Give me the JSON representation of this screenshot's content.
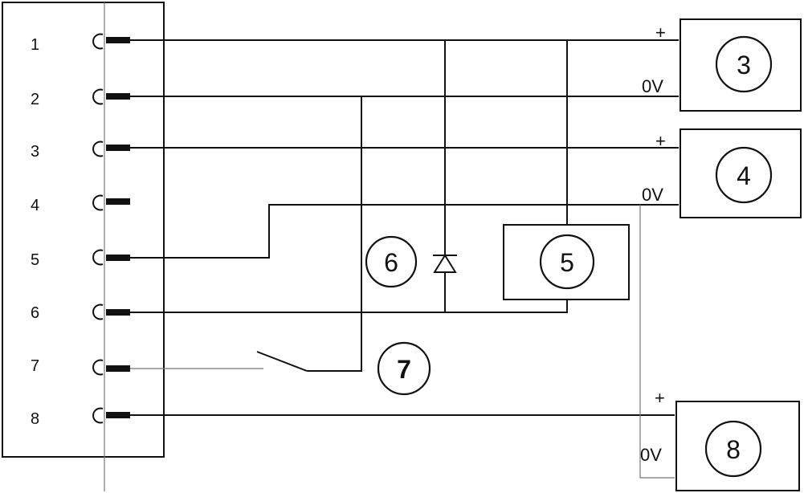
{
  "connector": {
    "pins": [
      "1",
      "2",
      "3",
      "4",
      "5",
      "6",
      "7",
      "8"
    ]
  },
  "devices": {
    "dev3": {
      "id": "3",
      "plus": "+",
      "zero": "0V"
    },
    "dev4": {
      "id": "4",
      "plus": "+",
      "zero": "0V"
    },
    "dev8": {
      "id": "8",
      "plus": "+",
      "zero": "0V"
    },
    "dev5": {
      "id": "5"
    }
  },
  "components": {
    "diode": {
      "id": "6"
    },
    "switch": {
      "id": "7"
    }
  }
}
